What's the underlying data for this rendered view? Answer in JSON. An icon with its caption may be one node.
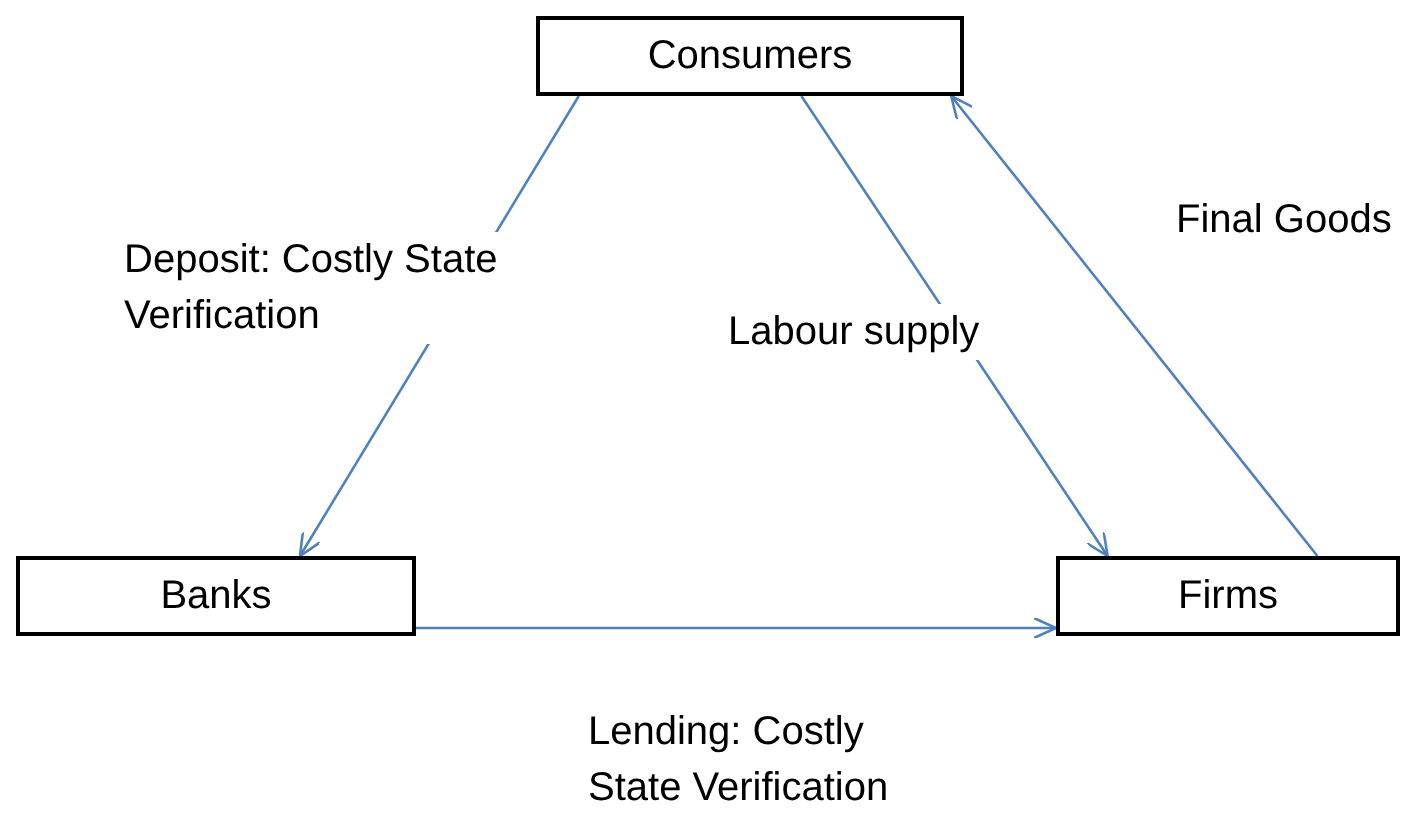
{
  "diagram": {
    "nodes": [
      {
        "text": [
          "Consumers"
        ]
      },
      {
        "text": [
          "Banks"
        ]
      },
      {
        "text": [
          "Firms"
        ]
      }
    ],
    "edges": [
      {
        "from": 0,
        "to": 1,
        "arrow": "to",
        "label": "Deposit: Costly State Verification"
      },
      {
        "from": 0,
        "to": 2,
        "arrow": "to",
        "label": "Labour supply"
      },
      {
        "from": 2,
        "to": 0,
        "arrow": "to",
        "label": "Final Goods"
      },
      {
        "from": 1,
        "to": 2,
        "arrow": "to",
        "label": "Lending: Costly State Verification"
      }
    ]
  }
}
